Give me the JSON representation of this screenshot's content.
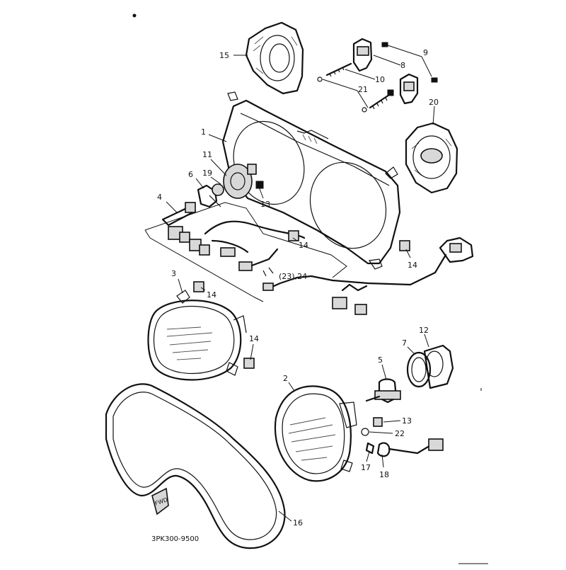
{
  "diagram": {
    "doc_code": "3PK300-9500",
    "callouts": [
      {
        "id": "c1",
        "text": "1"
      },
      {
        "id": "c2",
        "text": "2"
      },
      {
        "id": "c3",
        "text": "3"
      },
      {
        "id": "c4",
        "text": "4"
      },
      {
        "id": "c5",
        "text": "5"
      },
      {
        "id": "c6",
        "text": "6"
      },
      {
        "id": "c7",
        "text": "7"
      },
      {
        "id": "c8",
        "text": "8"
      },
      {
        "id": "c9",
        "text": "9"
      },
      {
        "id": "c10",
        "text": "10"
      },
      {
        "id": "c11",
        "text": "11"
      },
      {
        "id": "c12",
        "text": "12"
      },
      {
        "id": "c13a",
        "text": "13"
      },
      {
        "id": "c13b",
        "text": "13"
      },
      {
        "id": "c14a",
        "text": "14"
      },
      {
        "id": "c14b",
        "text": "14"
      },
      {
        "id": "c14c",
        "text": "14"
      },
      {
        "id": "c14d",
        "text": "14"
      },
      {
        "id": "c15",
        "text": "15"
      },
      {
        "id": "c16",
        "text": "16"
      },
      {
        "id": "c17",
        "text": "17"
      },
      {
        "id": "c18",
        "text": "18"
      },
      {
        "id": "c19",
        "text": "19"
      },
      {
        "id": "c20",
        "text": "20"
      },
      {
        "id": "c21",
        "text": "21"
      },
      {
        "id": "c22",
        "text": "22"
      },
      {
        "id": "c23",
        "text": "(23),24"
      }
    ],
    "arrow_label": "FWD"
  }
}
